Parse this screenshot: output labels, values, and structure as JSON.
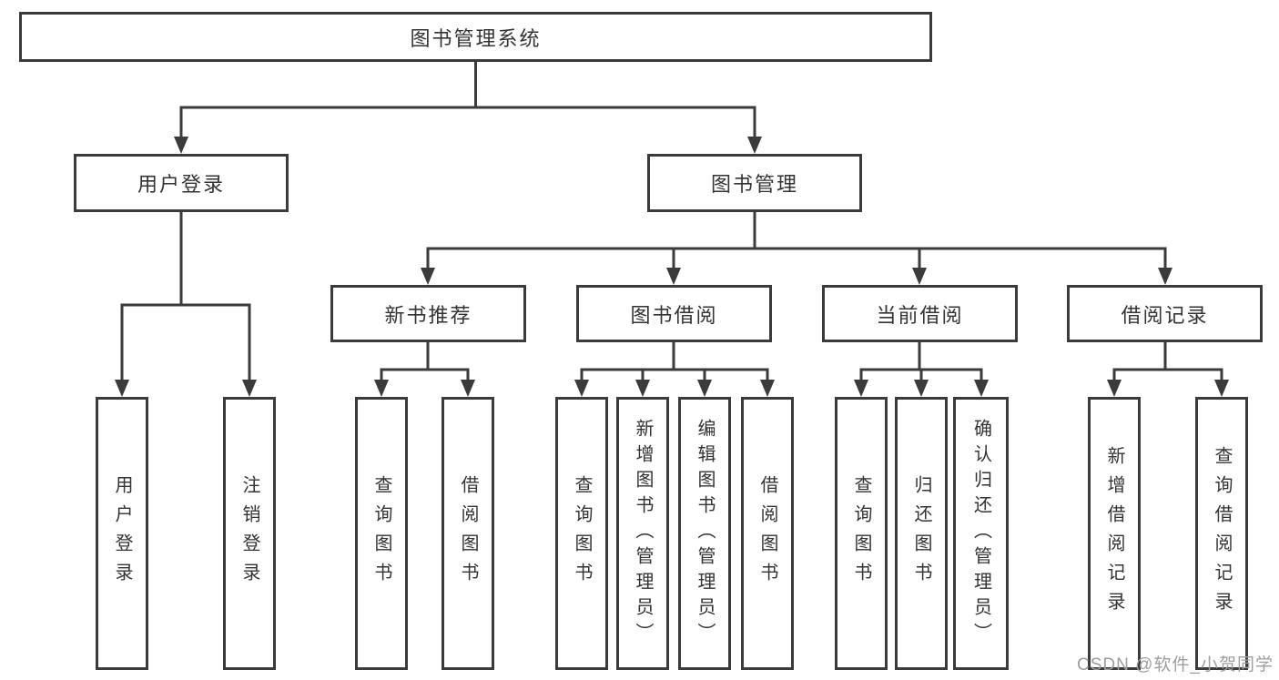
{
  "diagram": {
    "root": "图书管理系统",
    "branches": [
      {
        "label": "用户登录",
        "children": [
          "用户登录",
          "注销登录"
        ]
      },
      {
        "label": "图书管理",
        "children": [
          {
            "label": "新书推荐",
            "children": [
              "查询图书",
              "借阅图书"
            ]
          },
          {
            "label": "图书借阅",
            "children": [
              "查询图书",
              "新增图书（管理员）",
              "编辑图书（管理员）",
              "借阅图书"
            ]
          },
          {
            "label": "当前借阅",
            "children": [
              "查询图书",
              "归还图书",
              "确认归还（管理员）"
            ]
          },
          {
            "label": "借阅记录",
            "children": [
              "新增借阅记录",
              "查询借阅记录"
            ]
          }
        ]
      }
    ]
  },
  "watermark": "CSDN @软件_小贺同学",
  "colors": {
    "line": "#3b3b3b",
    "text": "#333333",
    "background": "#ffffff",
    "watermark": "#9e9e9e"
  }
}
